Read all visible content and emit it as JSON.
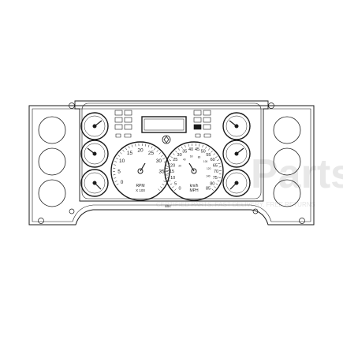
{
  "watermark": {
    "text": "Parts",
    "tagline": "CERTIFIED PARTS. FAST DELIVERY. FREE RETURNS"
  },
  "panel": {
    "part_code": "8BX"
  },
  "tachometer": {
    "ticks": [
      "0",
      "5",
      "10",
      "15",
      "20",
      "25",
      "30",
      "35"
    ],
    "unit_label": "RPM",
    "multiplier_label": "X 100"
  },
  "speedometer": {
    "mph_ticks": [
      "0",
      "5",
      "10",
      "15",
      "20",
      "25",
      "30",
      "35",
      "40",
      "45",
      "50",
      "55",
      "60",
      "65",
      "70",
      "75",
      "80",
      "85"
    ],
    "kmh_ticks": [
      "20",
      "40",
      "60",
      "80",
      "100",
      "120",
      "140"
    ],
    "unit_label_top": "km/h",
    "unit_label_bottom": "MPH"
  },
  "colors": {
    "line": "#1a1a1a",
    "watermark": "#e6e6e6",
    "watermark_red": "#f2d2d2"
  }
}
